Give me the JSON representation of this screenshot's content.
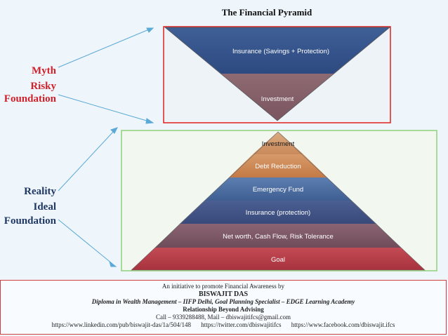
{
  "title": "The Financial Pyramid",
  "myth_label": {
    "line1": "Myth",
    "line2": "Risky",
    "line3": "Foundation"
  },
  "reality_label": {
    "line1": "Reality",
    "line2": "Ideal",
    "line3": "Foundation"
  },
  "inverted_pyramid": {
    "layers": [
      "Insurance (Savings + Protection)",
      "Investment"
    ]
  },
  "pyramid": {
    "layers": [
      "Investment",
      "Debt Reduction",
      "Emergency Fund",
      "Insurance (protection)",
      "Net worth, Cash Flow, Risk Tolerance",
      "Goal"
    ]
  },
  "footer": {
    "intro": "An initiative to promote Financial Awareness by",
    "name": "BISWAJIT DAS",
    "diploma": "Diploma in Wealth Management – IIFP Delhi, Goal Planning Specialist – EDGE Learning Academy",
    "tagline": "Relationship Beyond Advising",
    "contact": "Call – 9339288488, Mail – dbiswajitifcs@gmail.com",
    "links": [
      "https://www.linkedin.com/pub/biswajit-das/1a/504/148",
      "https://twitter.com/dbiswajitifcs",
      "https://www.facebook.com/dbiswajit.ifcs"
    ]
  },
  "colors": {
    "myth_red": "#d0202a",
    "reality_blue": "#1f3864",
    "top_box_border": "#e02020",
    "bottom_box_border": "#8fd07a"
  }
}
